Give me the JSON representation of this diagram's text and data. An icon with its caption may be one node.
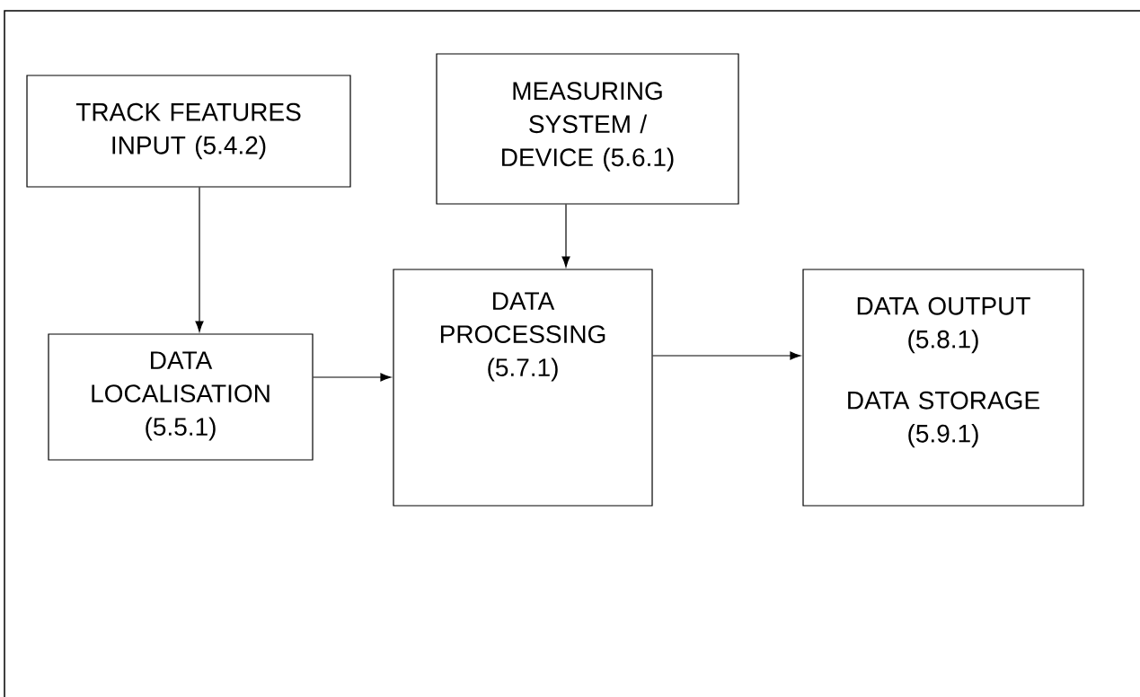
{
  "diagram": {
    "nodes": [
      {
        "text": [
          "TRACK FEATURES INPUT (5.4.2)"
        ]
      },
      {
        "text": [
          "MEASURING SYSTEM / DEVICE (5.6.1)"
        ]
      },
      {
        "text": [
          "DATA LOCALISATION (5.5.1)"
        ]
      },
      {
        "text": [
          "DATA PROCESSING (5.7.1)"
        ]
      },
      {
        "text": [
          "DATA OUTPUT (5.8.1)",
          "DATA STORAGE (5.9.1)"
        ]
      }
    ],
    "edges": [
      {
        "from": 0,
        "to": 2,
        "arrow": "to"
      },
      {
        "from": 1,
        "to": 3,
        "arrow": "to"
      },
      {
        "from": 2,
        "to": 3,
        "arrow": "to"
      },
      {
        "from": 3,
        "to": 4,
        "arrow": "to"
      }
    ]
  }
}
